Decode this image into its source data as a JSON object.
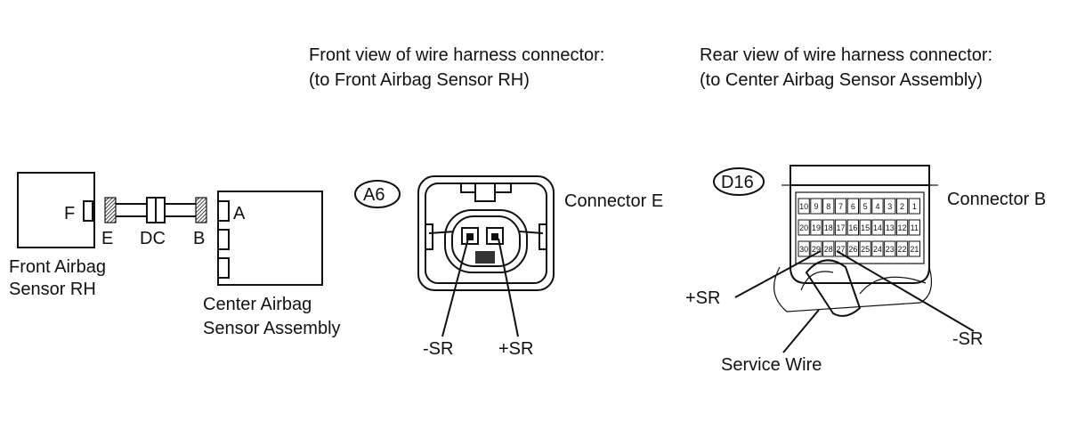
{
  "headings": {
    "front_line1": "Front view of wire harness connector:",
    "front_line2": "(to Front Airbag Sensor RH)",
    "rear_line1": "Rear view of wire harness connector:",
    "rear_line2": "(to Center Airbag Sensor Assembly)"
  },
  "circuit": {
    "left_box_pin": "F",
    "left_box_label_1": "Front Airbag",
    "left_box_label_2": "Sensor RH",
    "conn_e": "E",
    "dc": "DC",
    "conn_b": "B",
    "right_box_pin": "A",
    "right_box_label_1": "Center Airbag",
    "right_box_label_2": "Sensor Assembly"
  },
  "connector_a6": {
    "badge": "A6",
    "title": "Connector E",
    "left_pin": "-SR",
    "right_pin": "+SR"
  },
  "connector_d16": {
    "badge": "D16",
    "title": "Connector B",
    "row1": [
      "10",
      "9",
      "8",
      "7",
      "6",
      "5",
      "4",
      "3",
      "2",
      "1"
    ],
    "row2": [
      "20",
      "19",
      "18",
      "17",
      "16",
      "15",
      "14",
      "13",
      "12",
      "11"
    ],
    "row3": [
      "30",
      "29",
      "28",
      "27",
      "26",
      "25",
      "24",
      "23",
      "22",
      "21"
    ],
    "plus_sr": "+SR",
    "minus_sr": "-SR",
    "service_wire": "Service Wire"
  }
}
